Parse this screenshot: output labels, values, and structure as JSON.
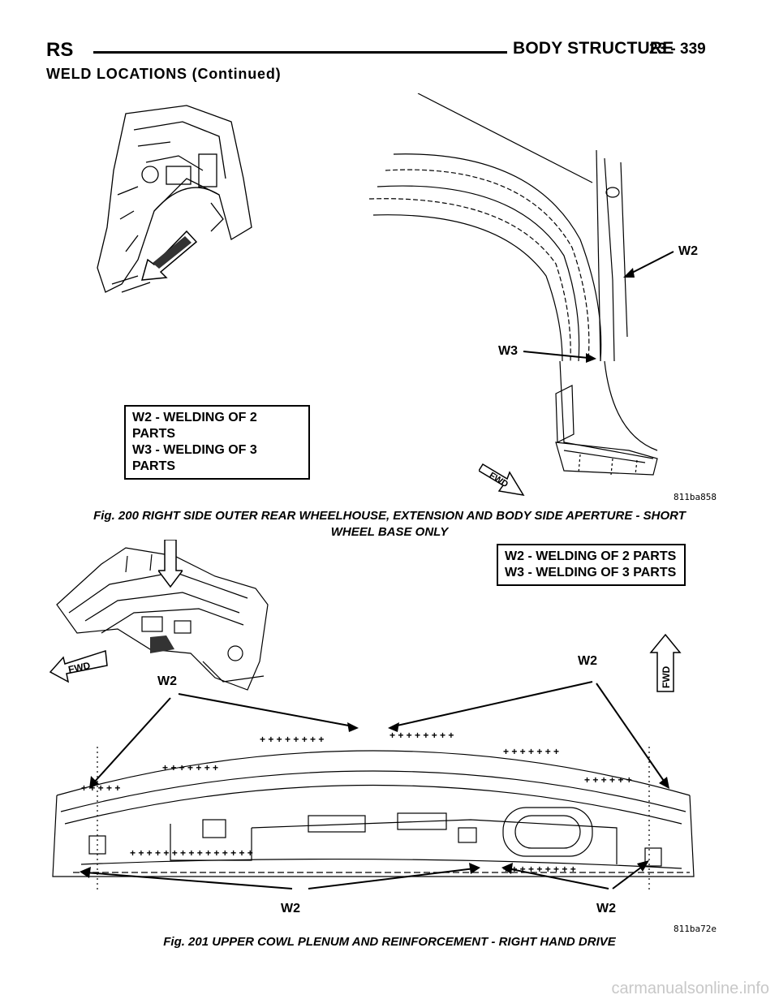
{
  "header": {
    "left": "RS",
    "title": "BODY STRUCTURE",
    "page_number": "23 - 339"
  },
  "section_title": "WELD LOCATIONS (Continued)",
  "figure200": {
    "legend": [
      "W2 - WELDING OF 2 PARTS",
      "W3 - WELDING OF 3 PARTS"
    ],
    "callouts": {
      "w2": "W2",
      "w3": "W3"
    },
    "fwd": "FWD",
    "code": "811ba858",
    "caption_line1": "Fig. 200 RIGHT SIDE OUTER REAR WHEELHOUSE, EXTENSION AND BODY SIDE APERTURE - SHORT",
    "caption_line2": "WHEEL BASE ONLY"
  },
  "figure201": {
    "legend": [
      "W2 - WELDING OF 2 PARTS",
      "W3 - WELDING OF 3 PARTS"
    ],
    "callouts": {
      "w2_left": "W2",
      "w2_right": "W2",
      "w2_bottom": "W2",
      "w2_bottom_right": "W2"
    },
    "fwd_left": "FWD",
    "fwd_right": "FWD",
    "code": "811ba72e",
    "caption": "Fig. 201 UPPER COWL PLENUM AND REINFORCEMENT - RIGHT HAND DRIVE"
  },
  "watermark": "carmanualsonline.info"
}
